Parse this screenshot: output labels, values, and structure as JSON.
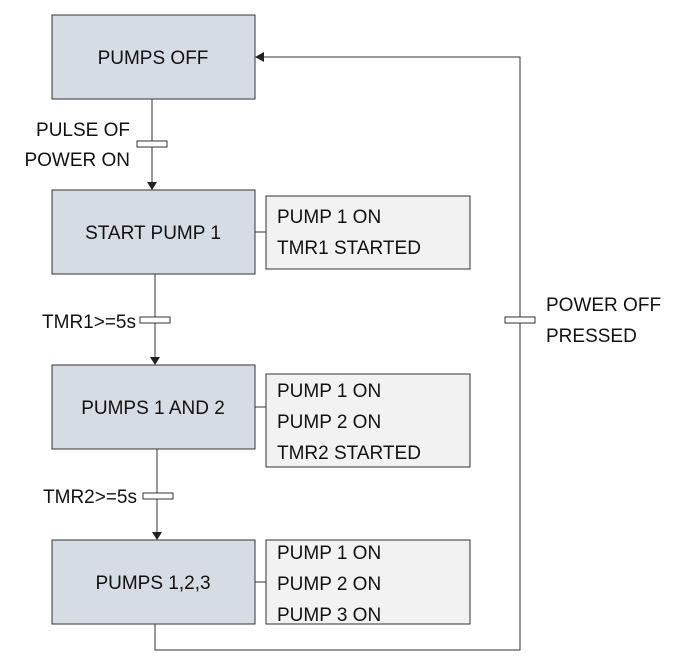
{
  "colors": {
    "state_fill": "#d6dce4",
    "action_fill": "#f2f2f2",
    "line": "#333333"
  },
  "states": {
    "s1": "PUMPS OFF",
    "s2": "START PUMP 1",
    "s3": "PUMPS 1 AND 2",
    "s4": "PUMPS 1,2,3"
  },
  "actions": {
    "a2": [
      "PUMP 1 ON",
      "TMR1 STARTED"
    ],
    "a3": [
      "PUMP 1 ON",
      "PUMP 2 ON",
      "TMR2 STARTED"
    ],
    "a4": [
      "PUMP 1 ON",
      "PUMP 2 ON",
      "PUMP 3 ON"
    ]
  },
  "transitions": {
    "t1": [
      "PULSE OF",
      "POWER ON"
    ],
    "t2": "TMR1>=5s",
    "t3": "TMR2>=5s",
    "t4": [
      "POWER OFF",
      "PRESSED"
    ]
  }
}
